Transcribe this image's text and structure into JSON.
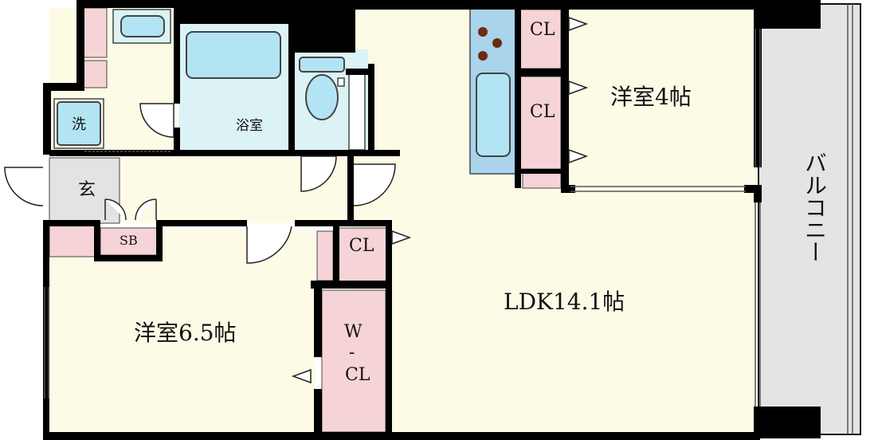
{
  "rooms": {
    "ldk": "LDK14.1帖",
    "western_room_6_5": "洋室6.5帖",
    "western_room_4": "洋室4帖",
    "bathroom": "浴室",
    "entrance": "玄",
    "shoe_box": "SB",
    "washer": "洗",
    "balcony": "バルコニー"
  },
  "closets": {
    "cl_kitchen_top": "CL",
    "cl_kitchen_mid": "CL",
    "cl_center": "CL",
    "wcl_line1": "W",
    "wcl_dash": "-",
    "wcl_line2": "CL"
  },
  "colors": {
    "room_fill": "#fdfbe6",
    "closet_fill": "#f6d3d6",
    "water_fill": "#dcf3f5",
    "fixture_blue": "#b3e4f4",
    "kitchen_blue": "#a9d4ec",
    "entrance_gray": "#e3e3e3",
    "balcony_gray": "#e4e4e4",
    "wall": "#000000"
  }
}
